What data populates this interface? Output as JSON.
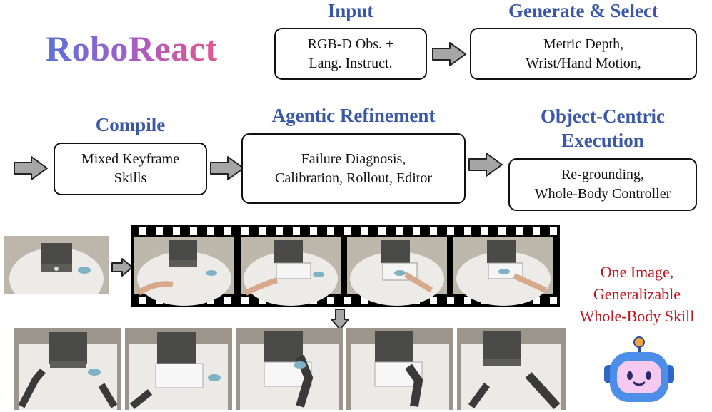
{
  "logo": "RoboReact",
  "stages": {
    "input": {
      "title": "Input",
      "lines": [
        "RGB-D Obs. +",
        "Lang. Instruct."
      ]
    },
    "generate": {
      "title": "Generate & Select",
      "lines": [
        "Metric Depth,",
        "Wrist/Hand Motion,"
      ]
    },
    "compile": {
      "title": "Compile",
      "lines": [
        "Mixed Keyframe",
        "Skills"
      ]
    },
    "refine": {
      "title": "Agentic Refinement",
      "lines": [
        "Failure Diagnosis,",
        "Calibration, Rollout, Editor"
      ]
    },
    "execute": {
      "title_lines": [
        "Object-Centric",
        "Execution"
      ],
      "lines": [
        "Re-grounding,",
        "Whole-Body Controller"
      ]
    }
  },
  "tagline": [
    "One Image,",
    "Generalizable",
    "Whole-Body Skill"
  ],
  "colors": {
    "title_blue": "#3a58a7",
    "tagline_red": "#c0141c",
    "arrow_gray": "#a6a6a6",
    "robot_body": "#4d8ee8",
    "robot_face": "#f5c9f0"
  }
}
